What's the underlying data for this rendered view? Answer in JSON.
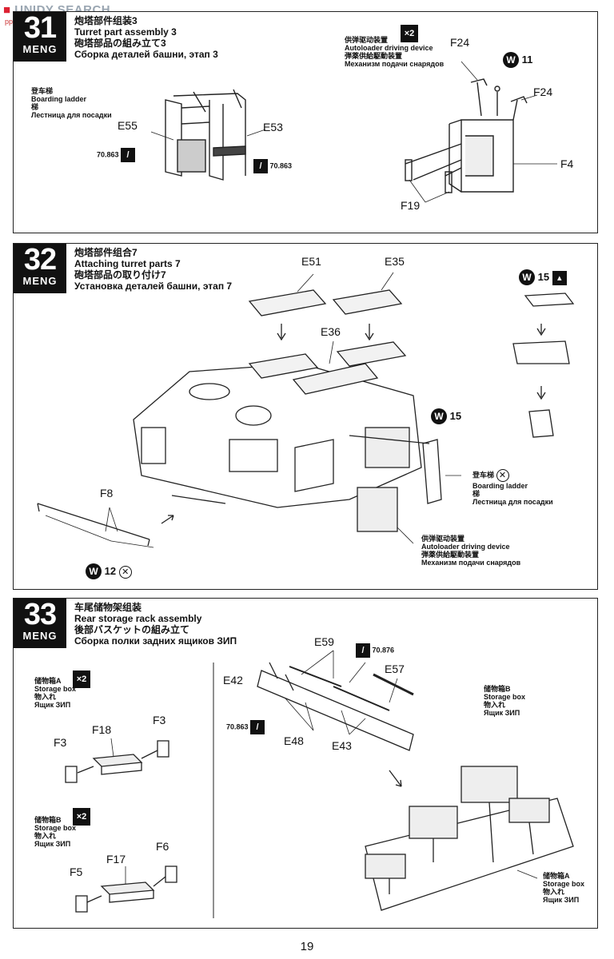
{
  "watermark": {
    "text": "UNIDY SEARCH",
    "sub": "ppa-shan.com"
  },
  "page_number": "19",
  "step31": {
    "number": "31",
    "brand": "MENG",
    "title_cn": "炮塔部件组装3",
    "title_en": "Turret part assembly 3",
    "title_jp": "砲塔部品の組み立て3",
    "title_ru": "Сборка деталей башни, этап 3",
    "ladder_cn": "登车梯",
    "ladder_en": "Boarding ladder",
    "ladder_jp": "梯",
    "ladder_ru": "Лестница для посадки",
    "autoloader_cn": "供弹驱动装置",
    "autoloader_en": "Autoloader driving device",
    "autoloader_jp": "弾薬供給駆動装置",
    "autoloader_ru": "Механизм подачи снарядов",
    "x2": "×2",
    "parts": {
      "e55": "E55",
      "e53": "E53",
      "f24a": "F24",
      "f24b": "F24",
      "f4": "F4",
      "f19": "F19",
      "w11": "11"
    },
    "paint1": "70.863",
    "paint2": "70.863"
  },
  "step32": {
    "number": "32",
    "brand": "MENG",
    "title_cn": "炮塔部件组合7",
    "title_en": "Attaching turret parts 7",
    "title_jp": "砲塔部品の取り付け7",
    "title_ru": "Установка деталей башни, этап 7",
    "parts": {
      "e51": "E51",
      "e35": "E35",
      "e36": "E36",
      "f8": "F8",
      "w15a": "15",
      "w15b": "15",
      "w12": "12"
    },
    "ladder_cn": "登车梯",
    "ladder_en": "Boarding ladder",
    "ladder_jp": "梯",
    "ladder_ru": "Лестница для посадки",
    "autoloader_cn": "供弹驱动装置",
    "autoloader_en": "Autoloader driving device",
    "autoloader_jp": "弾薬供給駆動装置",
    "autoloader_ru": "Механизм подачи снарядов"
  },
  "step33": {
    "number": "33",
    "brand": "MENG",
    "title_cn": "车尾储物架组装",
    "title_en": "Rear storage rack assembly",
    "title_jp": "後部バスケットの組み立て",
    "title_ru": "Сборка полки задних ящиков ЗИП",
    "boxA_cn": "储物箱A",
    "boxA_en": "Storage box",
    "boxA_jp": "物入れ",
    "boxA_ru": "Ящик ЗИП",
    "boxB_cn": "储物箱B",
    "boxB_en": "Storage box",
    "boxB_jp": "物入れ",
    "boxB_ru": "Ящик ЗИП",
    "x2a": "×2",
    "x2b": "×2",
    "parts": {
      "f3a": "F3",
      "f18": "F18",
      "f3b": "F3",
      "f5": "F5",
      "f17": "F17",
      "f6": "F6",
      "e59": "E59",
      "e42": "E42",
      "e57": "E57",
      "e48": "E48",
      "e43": "E43"
    },
    "paint1": "70.876",
    "paint2": "70.863",
    "boxB2_cn": "储物箱B",
    "boxB2_en": "Storage box",
    "boxB2_jp": "物入れ",
    "boxB2_ru": "Ящик ЗИП",
    "boxA2_cn": "储物箱A",
    "boxA2_en": "Storage box",
    "boxA2_jp": "物入れ",
    "boxA2_ru": "Ящик ЗИП"
  }
}
